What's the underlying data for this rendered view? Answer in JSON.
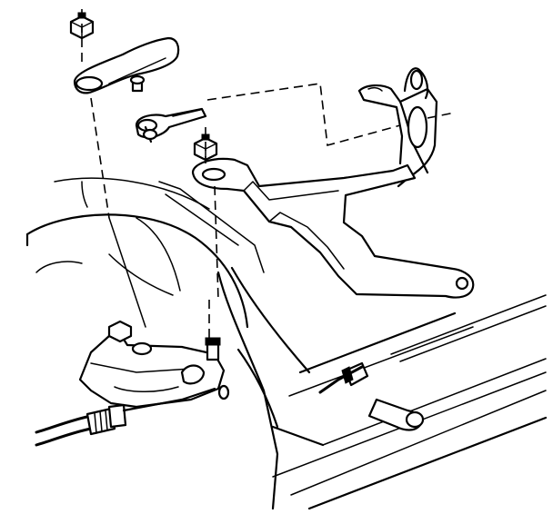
{
  "diagram": {
    "kind": "exploded-assembly-line-drawing",
    "colors": {
      "ink": "#000000",
      "paper": "#ffffff"
    },
    "parts": [
      {
        "id": "top-nut",
        "icon": "hex-nut-icon"
      },
      {
        "id": "shift-lever",
        "icon": "lever-icon"
      },
      {
        "id": "linkage-rod",
        "icon": "rod-end-icon"
      },
      {
        "id": "mid-nut",
        "icon": "hex-nut-icon"
      },
      {
        "id": "mounting-bracket",
        "icon": "bracket-icon"
      },
      {
        "id": "transmission-housing",
        "icon": "housing-icon"
      },
      {
        "id": "stud-bolt",
        "icon": "bolt-icon"
      },
      {
        "id": "cable-assembly",
        "icon": "cable-icon"
      },
      {
        "id": "frame-rail",
        "icon": "frame-icon"
      }
    ]
  }
}
